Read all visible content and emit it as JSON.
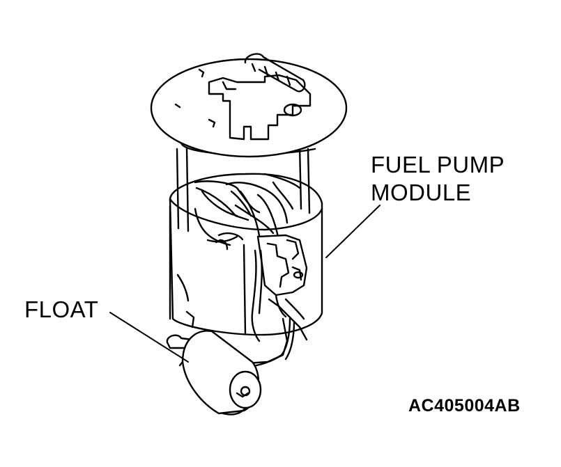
{
  "labels": {
    "fuel_pump_module_line1": "FUEL PUMP",
    "fuel_pump_module_line2": "MODULE",
    "float": "FLOAT"
  },
  "figure_code": "AC405004AB",
  "colors": {
    "ink": "#000000",
    "paper": "#ffffff"
  }
}
